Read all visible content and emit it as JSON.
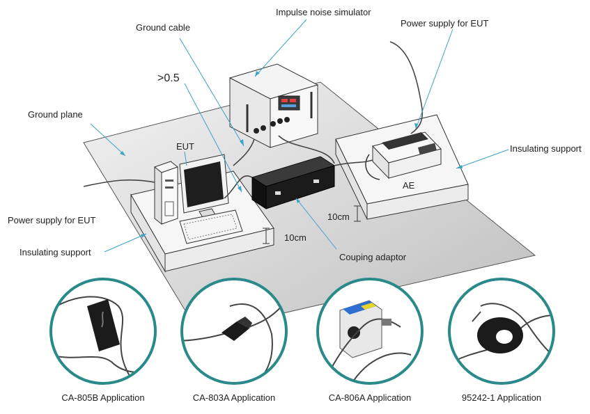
{
  "labels": {
    "impulse_noise_simulator": "Impulse noise simulator",
    "ground_cable": "Ground cable",
    "power_supply_eut_top": "Power supply for EUT",
    "gt_05": ">0.5",
    "ground_plane": "Ground plane",
    "eut": "EUT",
    "insulating_support_right": "Insulating support",
    "ae": "AE",
    "power_supply_eut_left": "Power supply for EUT",
    "dim_10cm_vertical": "10cm",
    "insulating_support_left": "Insulating support",
    "dim_10cm_horizontal": "10cm",
    "coupling_adaptor": "Couping adaptor"
  },
  "applications": [
    {
      "caption": "CA-805B Application"
    },
    {
      "caption": "CA-803A Application"
    },
    {
      "caption": "CA-806A Application"
    },
    {
      "caption": "95242-1 Application"
    }
  ],
  "colors": {
    "circle_border": "#2a8a8a",
    "ground_plane": "#d8d8d8",
    "leader_line": "#3ba3c4",
    "device_dark": "#1b1b1b"
  }
}
